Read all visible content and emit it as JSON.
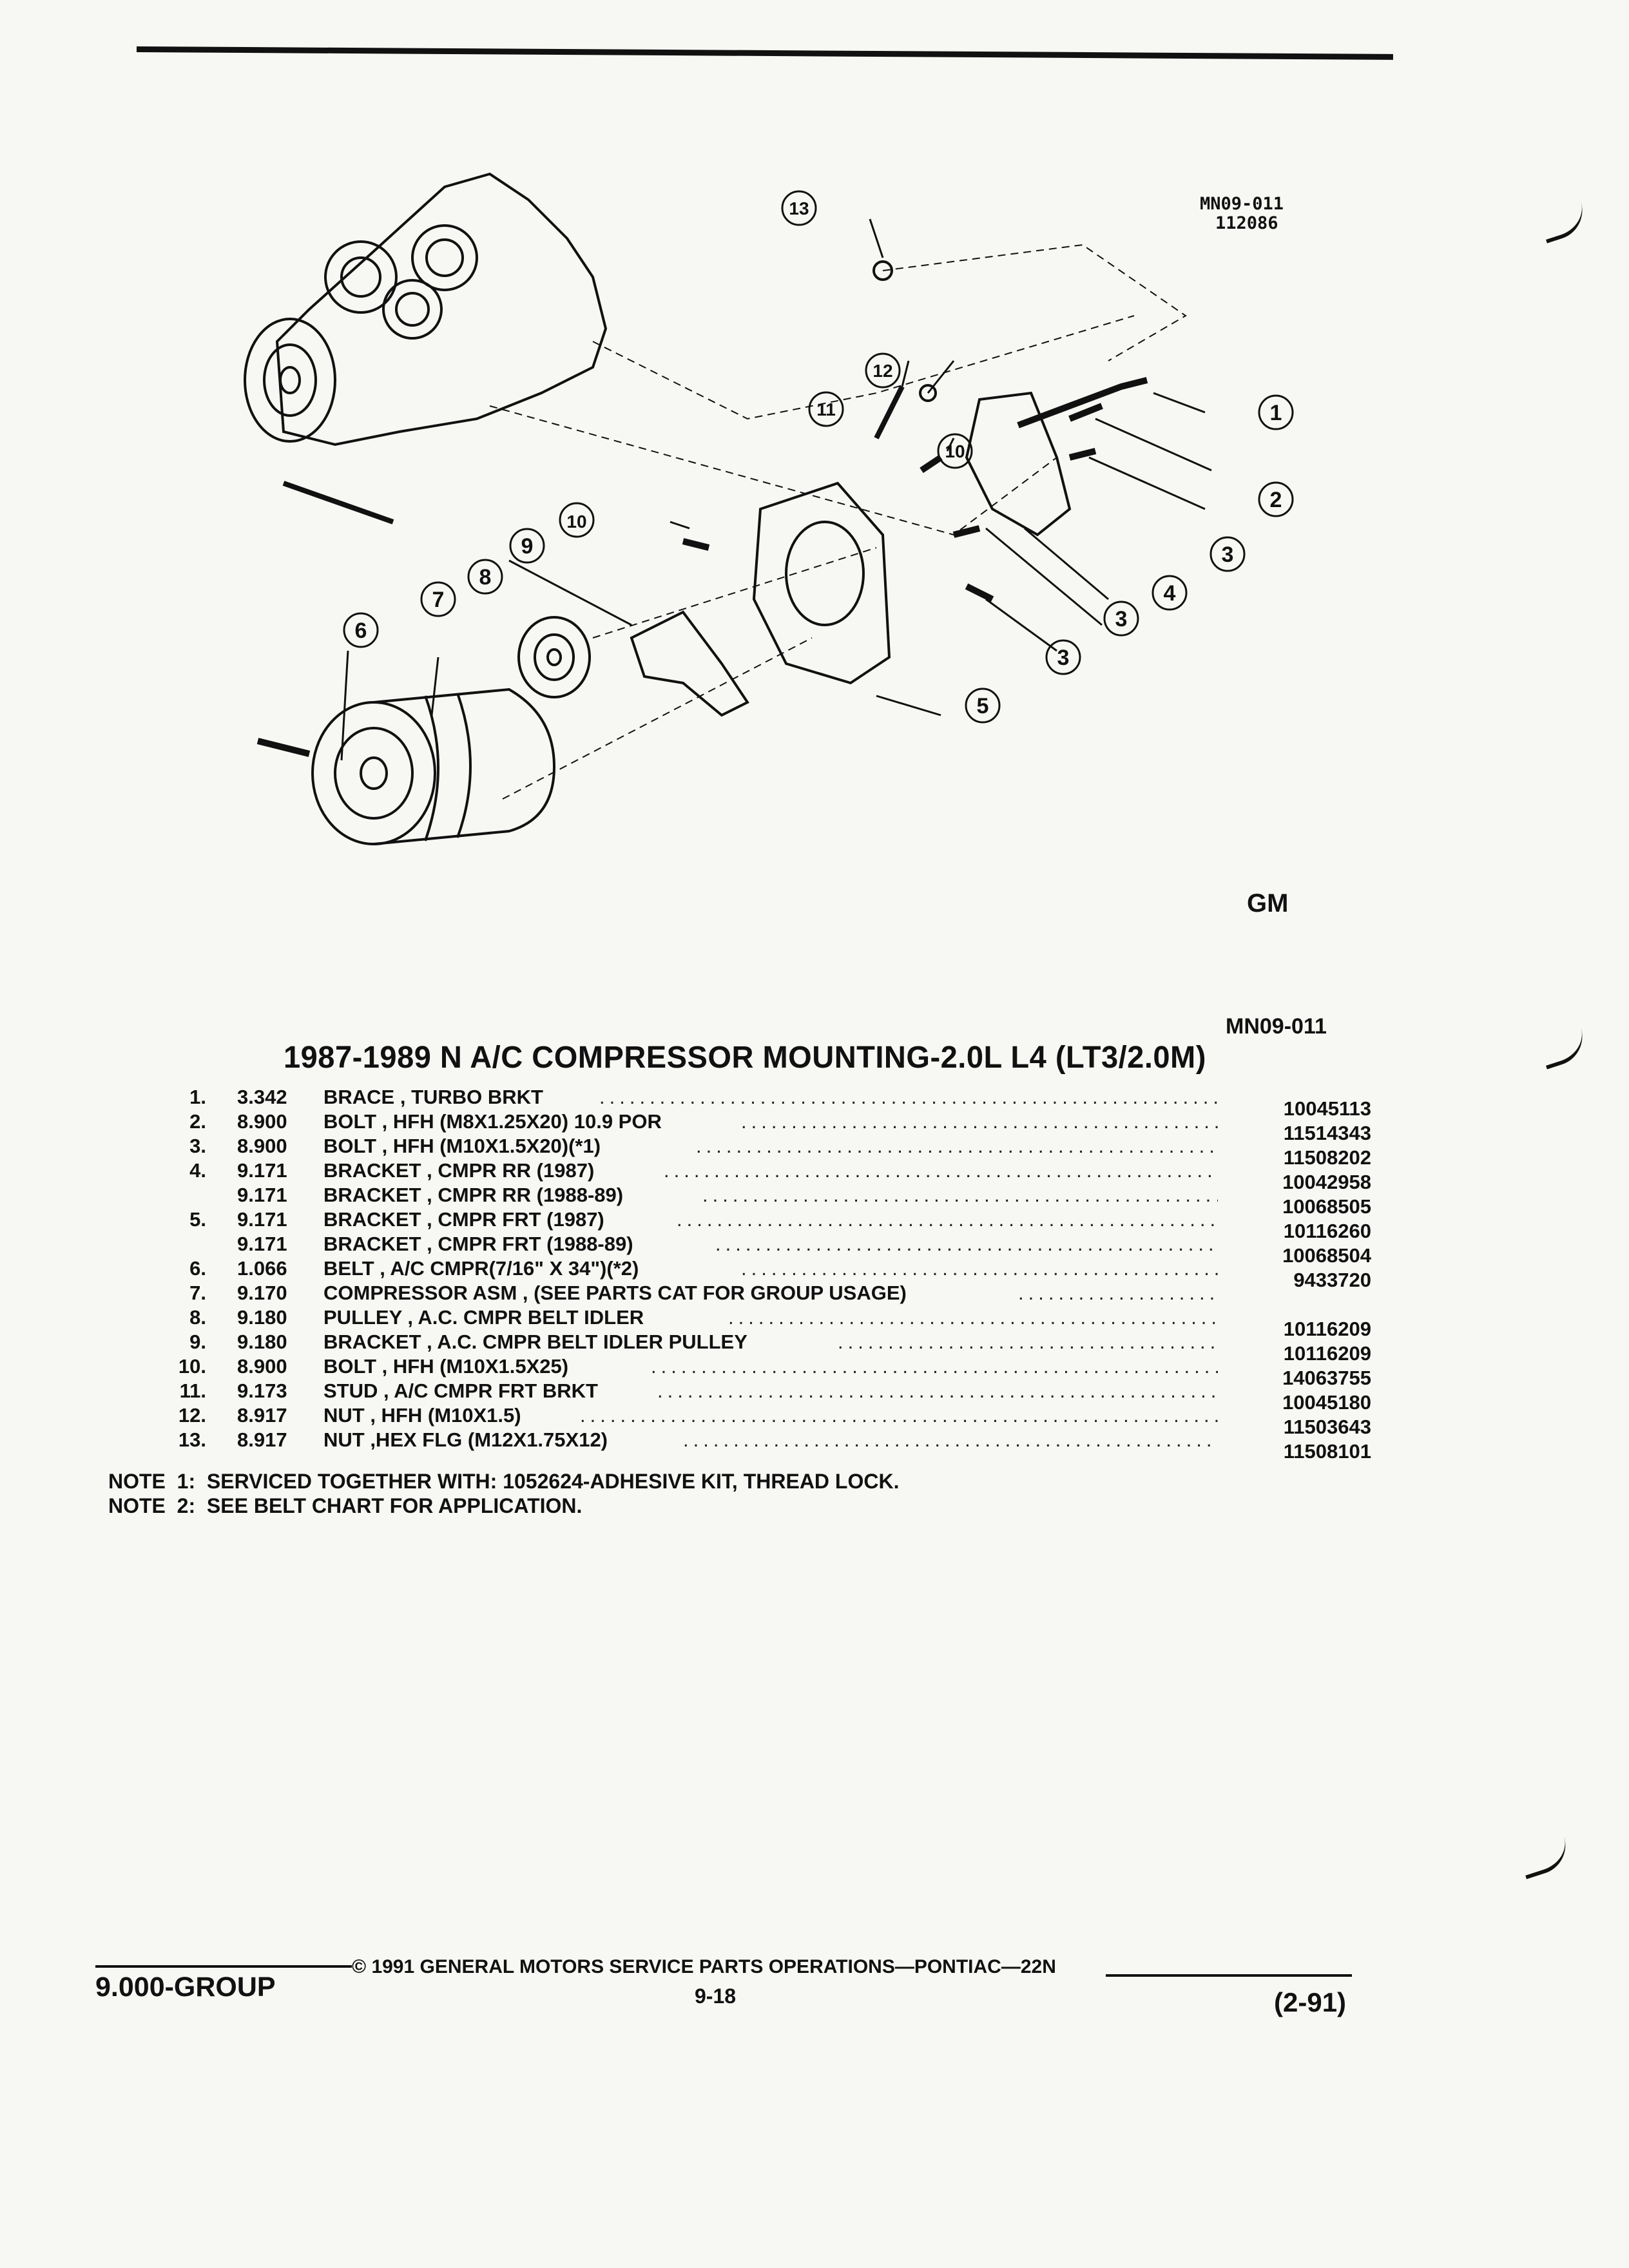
{
  "figure": {
    "code_top": "MN09-011",
    "code_top_2": "112086",
    "logo": "GM",
    "code_bottom": "MN09-011",
    "callouts": [
      "1",
      "2",
      "3",
      "3",
      "3",
      "4",
      "5",
      "6",
      "7",
      "8",
      "9",
      "10",
      "10",
      "11",
      "12",
      "13"
    ]
  },
  "title": "1987-1989 N A/C COMPRESSOR MOUNTING-2.0L L4 (LT3/2.0M)",
  "parts": [
    {
      "idx": "1.",
      "grp": "3.342",
      "desc": "BRACE , TURBO BRKT",
      "pn": "10045113"
    },
    {
      "idx": "2.",
      "grp": "8.900",
      "desc": "BOLT , HFH (M8X1.25X20) 10.9 POR",
      "pn": "11514343"
    },
    {
      "idx": "3.",
      "grp": "8.900",
      "desc": "BOLT , HFH (M10X1.5X20)(*1)",
      "pn": "11508202"
    },
    {
      "idx": "4.",
      "grp": "9.171",
      "desc": "BRACKET , CMPR RR (1987)",
      "pn": "10042958"
    },
    {
      "idx": "",
      "grp": "9.171",
      "desc": "BRACKET , CMPR RR (1988-89)",
      "pn": "10068505"
    },
    {
      "idx": "5.",
      "grp": "9.171",
      "desc": "BRACKET , CMPR FRT (1987)",
      "pn": "10116260"
    },
    {
      "idx": "",
      "grp": "9.171",
      "desc": "BRACKET , CMPR FRT (1988-89)",
      "pn": "10068504"
    },
    {
      "idx": "6.",
      "grp": "1.066",
      "desc": "BELT , A/C CMPR(7/16\" X 34\")(*2)",
      "pn": "9433720"
    },
    {
      "idx": "7.",
      "grp": "9.170",
      "desc": "COMPRESSOR ASM , (SEE PARTS CAT FOR GROUP USAGE)",
      "pn": ""
    },
    {
      "idx": "8.",
      "grp": "9.180",
      "desc": "PULLEY , A.C. CMPR BELT IDLER",
      "pn": "10116209"
    },
    {
      "idx": "9.",
      "grp": "9.180",
      "desc": "BRACKET , A.C. CMPR BELT IDLER PULLEY",
      "pn": "10116209"
    },
    {
      "idx": "10.",
      "grp": "8.900",
      "desc": "BOLT , HFH (M10X1.5X25)",
      "pn": "14063755"
    },
    {
      "idx": "11.",
      "grp": "9.173",
      "desc": "STUD , A/C CMPR FRT BRKT",
      "pn": "10045180"
    },
    {
      "idx": "12.",
      "grp": "8.917",
      "desc": "NUT , HFH (M10X1.5)",
      "pn": "11503643"
    },
    {
      "idx": "13.",
      "grp": "8.917",
      "desc": "NUT ,HEX FLG (M12X1.75X12)",
      "pn": "11508101"
    }
  ],
  "notes": [
    "NOTE  1:  SERVICED TOGETHER WITH: 1052624-ADHESIVE KIT, THREAD LOCK.",
    "NOTE  2:  SEE BELT CHART FOR APPLICATION."
  ],
  "footer": {
    "group": "9.000-GROUP",
    "copyright": "© 1991 GENERAL MOTORS SERVICE PARTS OPERATIONS—PONTIAC—22N",
    "page": "9-18",
    "date": "(2-91)"
  }
}
